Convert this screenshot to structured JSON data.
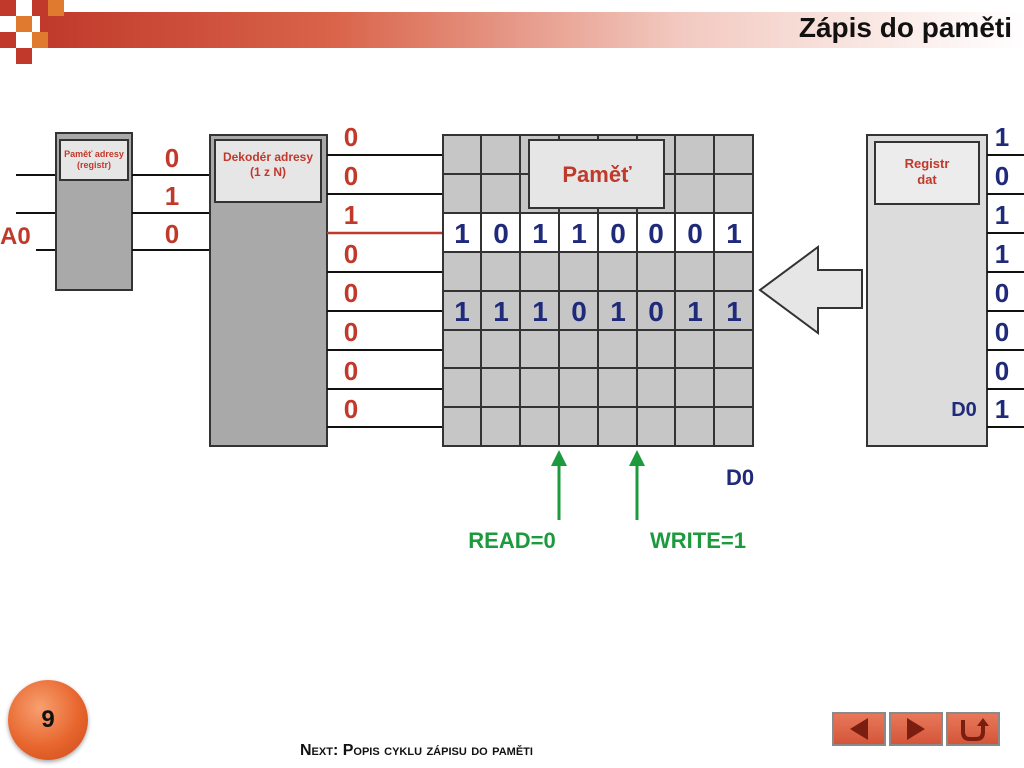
{
  "header": {
    "title": "Zápis do paměti"
  },
  "address_register": {
    "label_line1": "Paměť adresy",
    "label_line2": "(registr)"
  },
  "address_bits": [
    "0",
    "1",
    "0"
  ],
  "address_label": "A0",
  "decoder": {
    "label_line1": "Dekodér adresy",
    "label_line2": "(1 z N)"
  },
  "decoder_outputs": [
    "0",
    "0",
    "1",
    "0",
    "0",
    "0",
    "0",
    "0"
  ],
  "memory": {
    "label": "Paměť",
    "row_written": [
      "1",
      "0",
      "1",
      "1",
      "0",
      "0",
      "0",
      "1"
    ],
    "row_other": [
      "1",
      "1",
      "1",
      "0",
      "1",
      "0",
      "1",
      "1"
    ],
    "d0_label": "D0"
  },
  "data_register": {
    "label_line1": "Registr",
    "label_line2": "dat",
    "bits": [
      "1",
      "0",
      "1",
      "1",
      "0",
      "0",
      "0",
      "1"
    ],
    "d0_label": "D0"
  },
  "signals": {
    "read": "READ=0",
    "write": "WRITE=1"
  },
  "footer": {
    "page_number": "9",
    "next_text": "Next: Popis cyklu zápisu do paměti"
  },
  "colors": {
    "red": "#c0392b",
    "navy": "#1f2a7a",
    "green": "#1e9a3e",
    "block_gray": "#a9a9a9",
    "cell_gray": "#c6c6c6",
    "register_gray": "#dcdcdc"
  }
}
